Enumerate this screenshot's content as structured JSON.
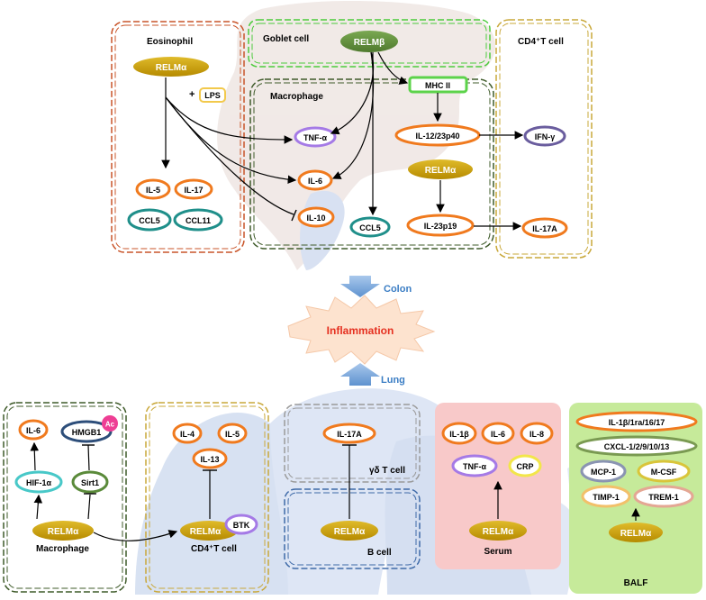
{
  "top": {
    "eosinophil": {
      "title": "Eosinophil",
      "relm": "RELMα",
      "lps": "LPS",
      "plus": "+",
      "cytokines": [
        "IL-5",
        "IL-17",
        "CCL5",
        "CCL11"
      ]
    },
    "goblet": {
      "title": "Goblet cell",
      "relm": "RELMβ"
    },
    "macrophage": {
      "title": "Macrophage",
      "mhc": "MHC II",
      "tnf": "TNF-α",
      "il6": "IL-6",
      "il10": "IL-10",
      "ccl5": "CCL5",
      "il12": "IL-12/23p40",
      "relm": "RELMα",
      "il23": "IL-23p19"
    },
    "cd4": {
      "title": "CD4⁺T cell",
      "ifn": "IFN-γ",
      "il17a": "IL-17A"
    }
  },
  "center": {
    "colon": "Colon",
    "inflammation": "Inflammation",
    "lung": "Lung"
  },
  "bottom": {
    "macrophage": {
      "title": "Macrophage",
      "il6": "IL-6",
      "hmgb1": "HMGB1",
      "ac": "Ac",
      "hif": "HIF-1α",
      "sirt1": "Sirt1",
      "relm": "RELMα"
    },
    "cd4": {
      "title": "CD4⁺T cell",
      "il4": "IL-4",
      "il5": "IL-5",
      "il13": "IL-13",
      "relm": "RELMα",
      "btk": "BTK"
    },
    "gdt": {
      "title": "γδ T cell",
      "il17a": "IL-17A"
    },
    "bcell": {
      "title": "B cell",
      "relm": "RELMα"
    },
    "serum": {
      "title": "Serum",
      "il1b": "IL-1β",
      "il6": "IL-6",
      "il8": "IL-8",
      "tnf": "TNF-α",
      "crp": "CRP",
      "relm": "RELMα"
    },
    "balf": {
      "title": "BALF",
      "il1": "IL-1β/1ra/16/17",
      "cxcl": "CXCL-1/2/9/10/13",
      "mcp": "MCP-1",
      "mcsf": "M-CSF",
      "timp": "TIMP-1",
      "trem": "TREM-1",
      "relm": "RELMα"
    }
  },
  "colors": {
    "gold": "#c9a100",
    "orange": "#f07a1e",
    "teal": "#1f8f8a",
    "purple": "#a57ae6",
    "green": "#5a8a3a",
    "navy": "#2d4e7a"
  }
}
